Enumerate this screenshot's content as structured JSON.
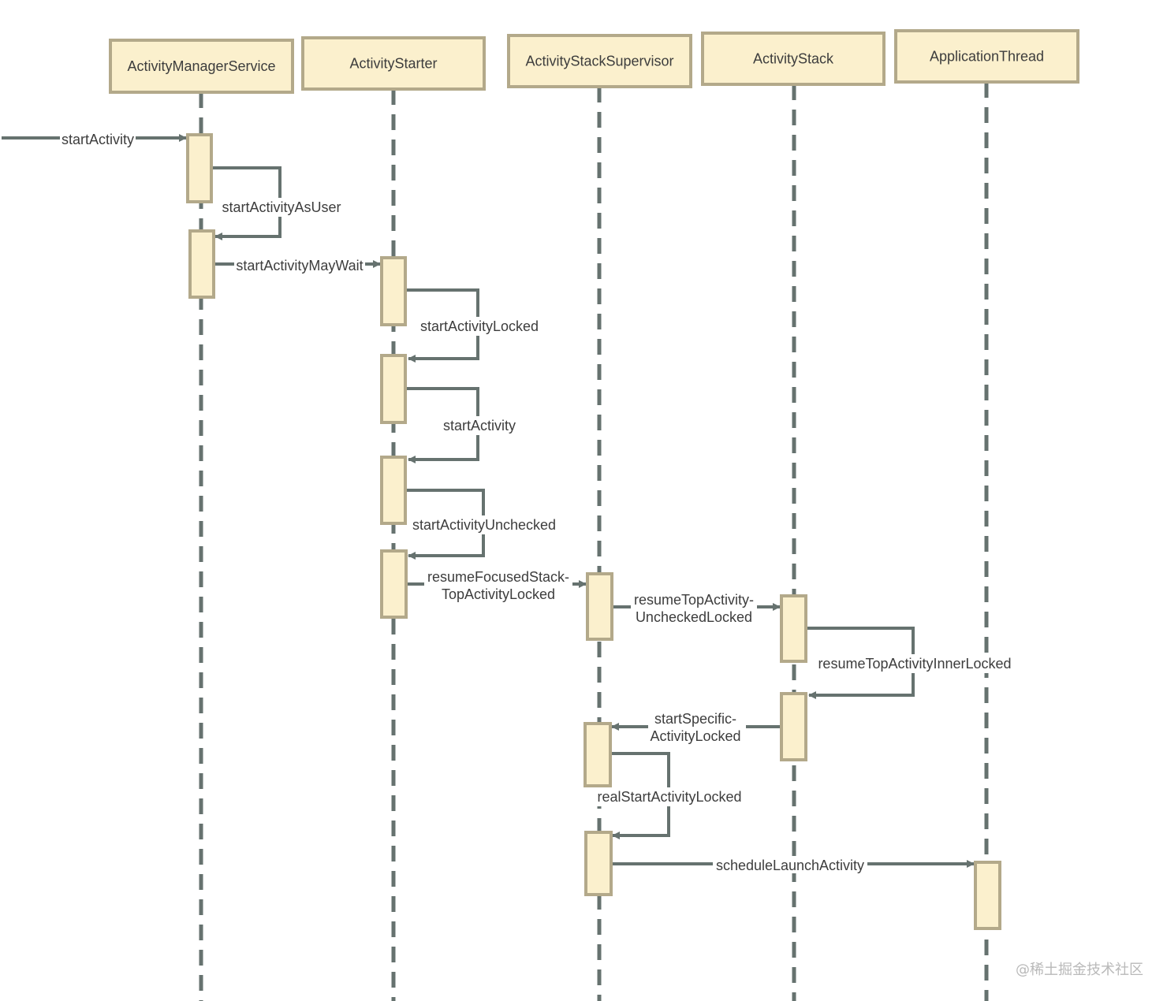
{
  "colors": {
    "box_fill": "#fbf0cd",
    "box_stroke": "#b3a98a",
    "line": "#66726f",
    "text": "#3d3d3d",
    "watermark": "#b9b9b9"
  },
  "participants": [
    "ActivityManagerService",
    "ActivityStarter",
    "ActivityStackSupervisor",
    "ActivityStack",
    "ApplicationThread"
  ],
  "messages": [
    {
      "label": [
        "startActivity"
      ]
    },
    {
      "label": [
        "startActivityAsUser"
      ]
    },
    {
      "label": [
        "startActivityMayWait"
      ]
    },
    {
      "label": [
        "startActivityLocked"
      ]
    },
    {
      "label": [
        "startActivity"
      ]
    },
    {
      "label": [
        "startActivityUnchecked"
      ]
    },
    {
      "label": [
        "resumeFocusedStack-",
        "TopActivityLocked"
      ]
    },
    {
      "label": [
        "resumeTopActivity-",
        "UncheckedLocked"
      ]
    },
    {
      "label": [
        "resumeTopActivityInnerLocked"
      ]
    },
    {
      "label": [
        "startSpecific-",
        "ActivityLocked"
      ]
    },
    {
      "label": [
        "realStartActivityLocked"
      ]
    },
    {
      "label": [
        "scheduleLaunchActivity"
      ]
    }
  ],
  "watermark": "@稀土掘金技术社区"
}
